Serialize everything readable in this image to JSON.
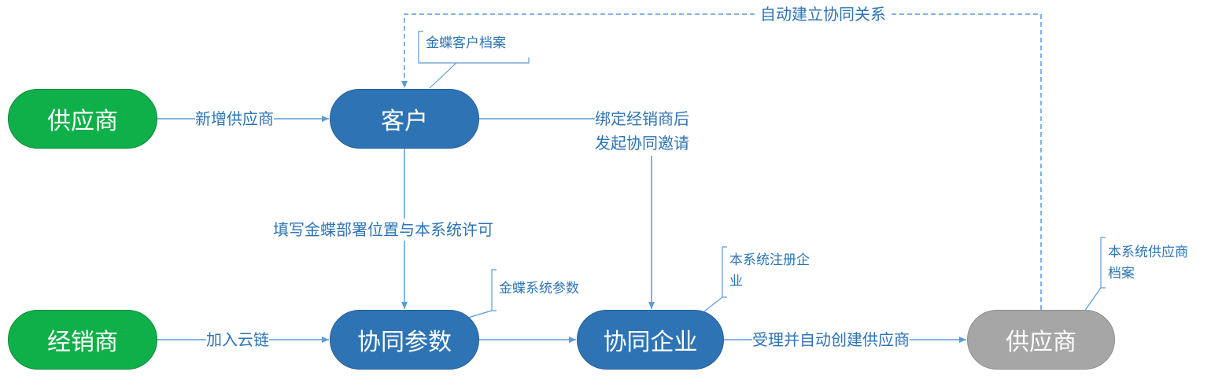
{
  "nodes": {
    "supplier_left": "供应商",
    "customer": "客户",
    "dealer": "经销商",
    "collab_params": "协同参数",
    "collab_enterprise": "协同企业",
    "supplier_right": "供应商"
  },
  "edges": {
    "add_supplier": "新增供应商",
    "join_cloud": "加入云链",
    "fill_kingdee": "填写金蝶部署位置与本系统许可",
    "bind_dealer_line1": "绑定经销商后",
    "bind_dealer_line2": "发起协同邀请",
    "accept_create": "受理并自动创建供应商",
    "auto_relation": "自动建立协同关系"
  },
  "notes": {
    "kingdee_customer": "金蝶客户档案",
    "kingdee_params": "金蝶系统参数",
    "registered_line1": "本系统注册企",
    "registered_line2": "业",
    "supplier_file_line1": "本系统供应商",
    "supplier_file_line2": "档案"
  },
  "colors": {
    "green": "#0fb04a",
    "blue": "#2e74b5",
    "grey": "#a6a6a6",
    "line": "#5b9bd5"
  }
}
